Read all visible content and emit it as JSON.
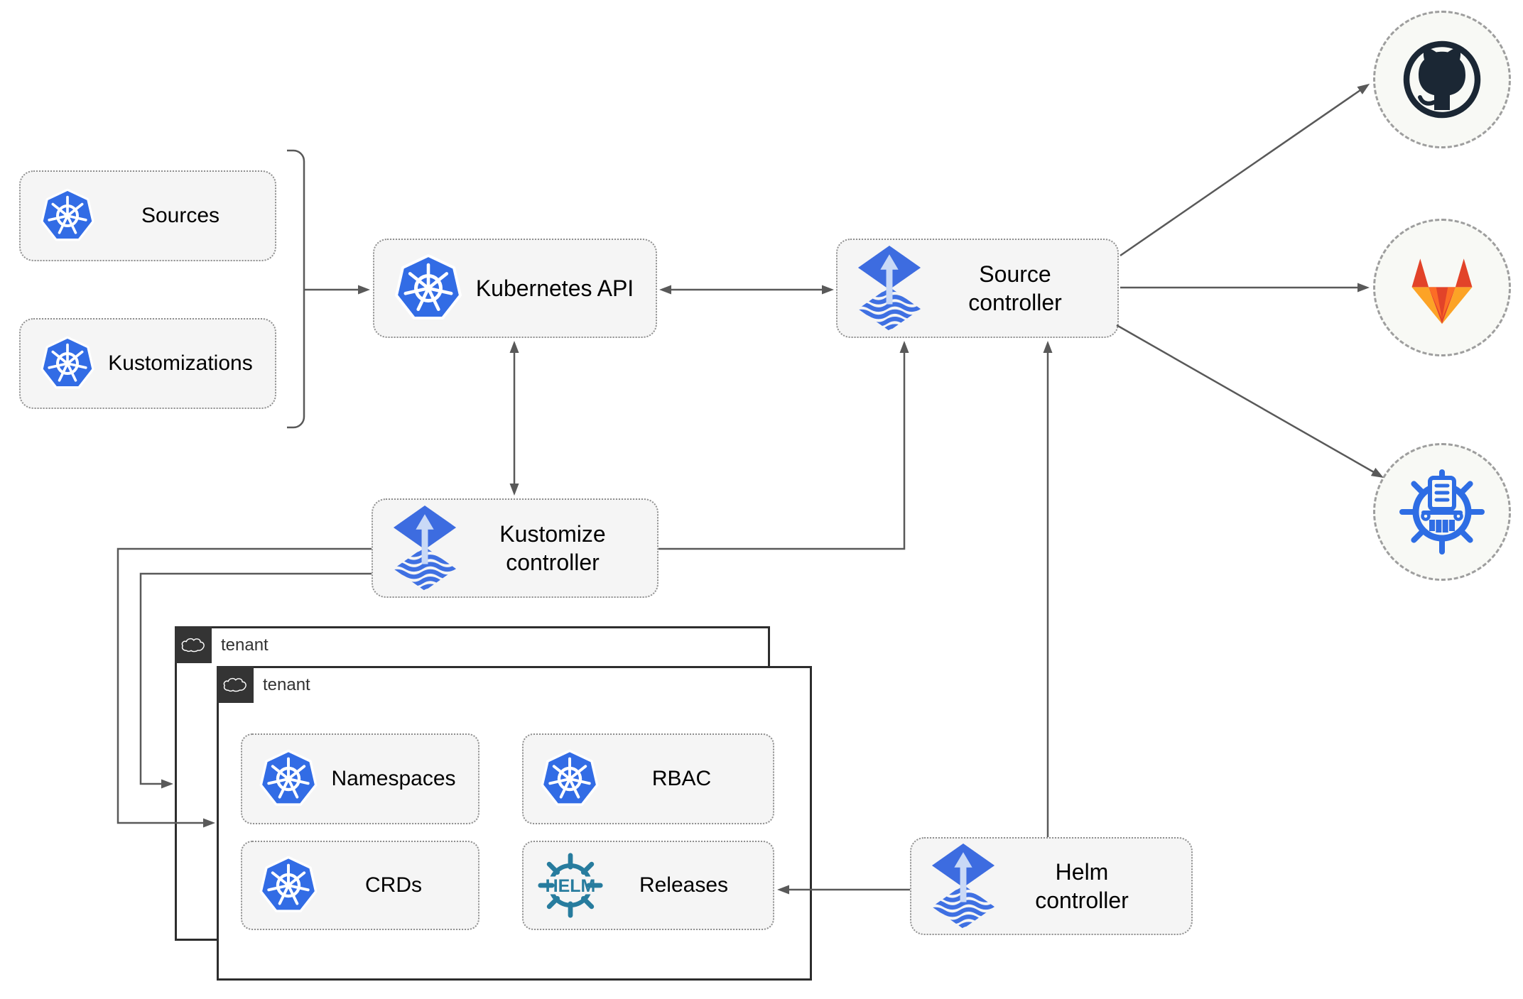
{
  "diagram": {
    "type": "flux-gitops-architecture",
    "nodes": {
      "sources": {
        "label": "Sources",
        "icon": "kubernetes-icon"
      },
      "kustomizations": {
        "label": "Kustomizations",
        "icon": "kubernetes-icon"
      },
      "kubernetes_api": {
        "label": "Kubernetes API",
        "icon": "kubernetes-icon"
      },
      "source_controller": {
        "label": "Source controller",
        "icon": "flux-icon"
      },
      "kustomize_controller": {
        "label": "Kustomize controller",
        "icon": "flux-icon"
      },
      "helm_controller": {
        "label": "Helm controller",
        "icon": "flux-icon"
      },
      "tenant_back": {
        "label": "tenant",
        "icon": "cloud-icon"
      },
      "tenant_front": {
        "label": "tenant",
        "icon": "cloud-icon"
      },
      "namespaces": {
        "label": "Namespaces",
        "icon": "kubernetes-icon"
      },
      "rbac": {
        "label": "RBAC",
        "icon": "kubernetes-icon"
      },
      "crds": {
        "label": "CRDs",
        "icon": "kubernetes-icon"
      },
      "releases": {
        "label": "Releases",
        "icon": "helm-icon"
      },
      "github": {
        "icon": "github-icon"
      },
      "gitlab": {
        "icon": "gitlab-icon"
      },
      "helm_repository": {
        "icon": "helm-repository-icon"
      }
    },
    "helm_logo_text": "HELM",
    "edges": [
      {
        "from": "sources+kustomizations",
        "to": "kubernetes_api",
        "style": "arrow"
      },
      {
        "from": "kubernetes_api",
        "to": "source_controller",
        "style": "double-arrow"
      },
      {
        "from": "kubernetes_api",
        "to": "kustomize_controller",
        "style": "double-arrow"
      },
      {
        "from": "kustomize_controller",
        "to": "source_controller",
        "style": "arrow"
      },
      {
        "from": "helm_controller",
        "to": "source_controller",
        "style": "arrow"
      },
      {
        "from": "helm_controller",
        "to": "releases",
        "style": "arrow"
      },
      {
        "from": "kustomize_controller",
        "to": "tenant_front",
        "style": "arrow"
      },
      {
        "from": "kustomize_controller",
        "to": "tenant_back",
        "style": "arrow"
      },
      {
        "from": "source_controller",
        "to": "github",
        "style": "arrow"
      },
      {
        "from": "source_controller",
        "to": "gitlab",
        "style": "arrow"
      },
      {
        "from": "source_controller",
        "to": "helm_repository",
        "style": "arrow"
      }
    ],
    "colors": {
      "background": "#ffffff",
      "node_fill": "#f5f5f5",
      "node_border": "#8f8f8f",
      "connector": "#595959",
      "tenant_border": "#2d2d2d",
      "tenant_header_bg": "#343434",
      "kubernetes_blue": "#326ce5",
      "flux_blue": "#3d6ce0",
      "flux_arrow_light": "#c9d9f6",
      "helm_teal": "#277c9e",
      "github_dark": "#1b2734",
      "gitlab_orange_dark": "#e24329",
      "gitlab_orange": "#fc6d26",
      "gitlab_orange_light": "#fca326",
      "registry_blue": "#2e6de4",
      "endpoint_circle_fill": "#f8f9f5",
      "endpoint_circle_border": "#9e9e9e"
    }
  }
}
